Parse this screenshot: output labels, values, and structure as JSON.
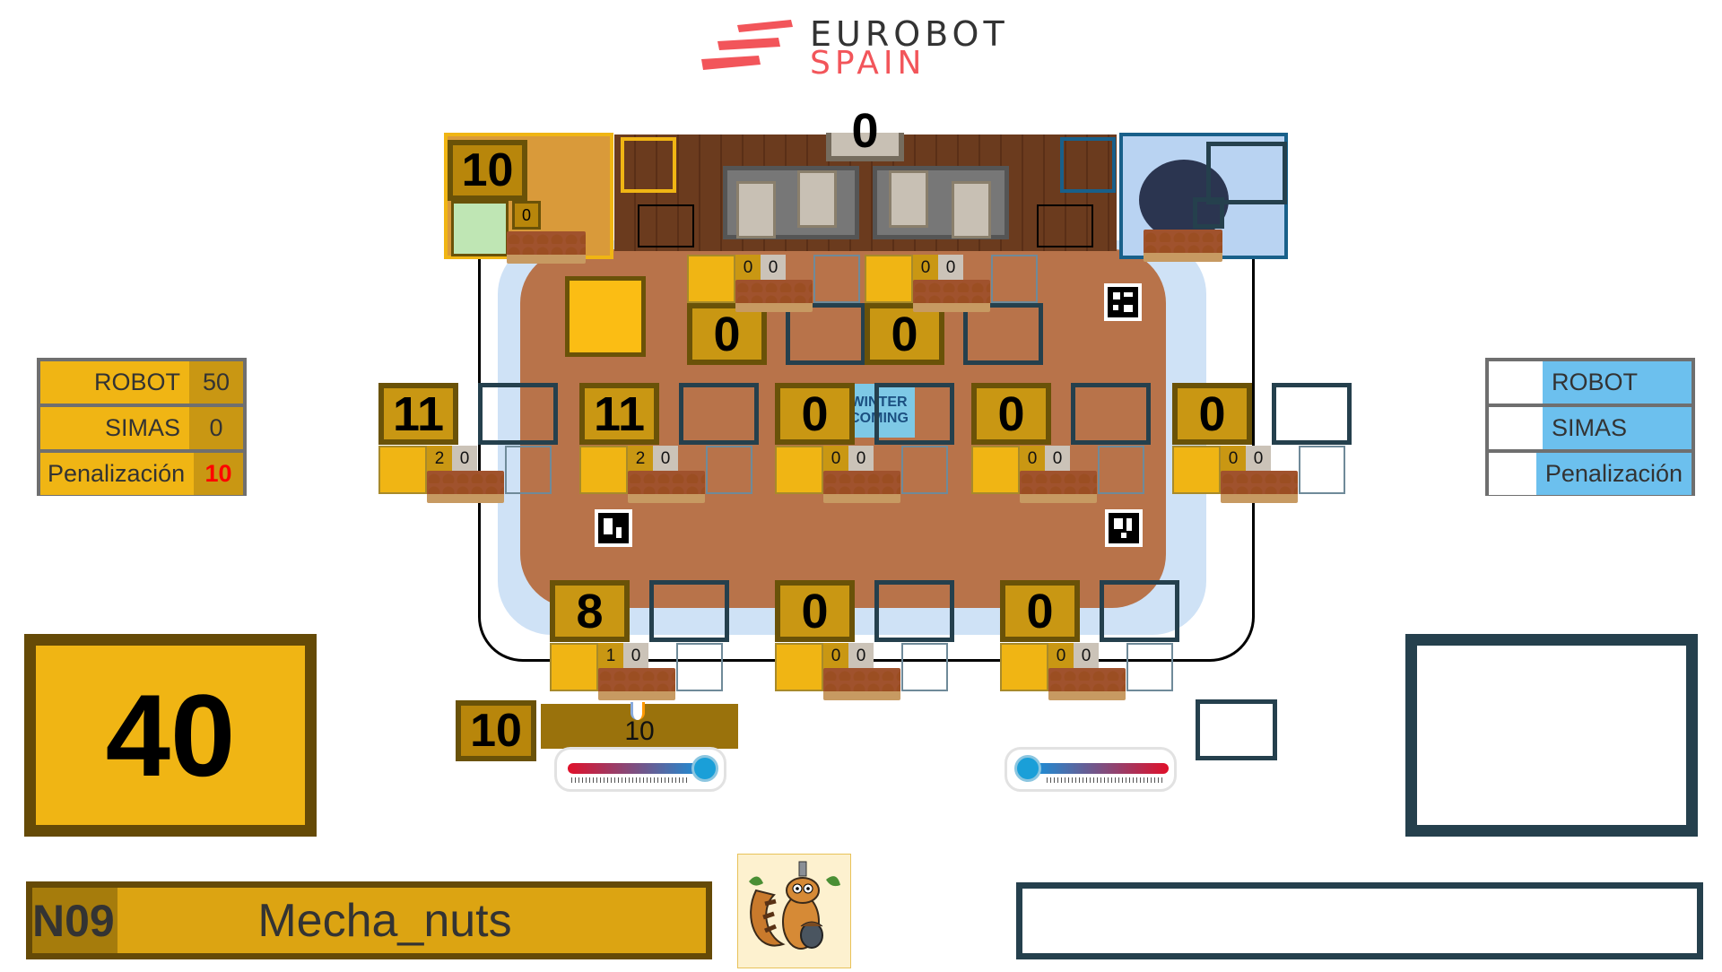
{
  "header": {
    "logo_line1": "EUROBOT",
    "logo_line2": "SPAIN",
    "logo_color_dark": "#333333",
    "logo_color_red": "#f2555a"
  },
  "colors": {
    "yellow_team": "#f0b514",
    "yellow_dark": "#c99713",
    "yellow_border": "#654a07",
    "blue_team": "#6cc0ee",
    "blue_border": "#25404d",
    "penalty": "#ff0000"
  },
  "yellow_panel": {
    "rows": [
      {
        "label": "ROBOT",
        "value": "50"
      },
      {
        "label": "SIMAS",
        "value": "0"
      },
      {
        "label": "Penalización",
        "value": "10"
      }
    ],
    "total": "40",
    "team_code": "N09",
    "team_name": "Mecha_nuts",
    "mascot_icon": "squirrel-mascot-icon"
  },
  "blue_panel": {
    "rows": [
      {
        "label": "ROBOT",
        "value": ""
      },
      {
        "label": "SIMAS",
        "value": ""
      },
      {
        "label": "Penalización",
        "value": ""
      }
    ],
    "total": "",
    "team_name": ""
  },
  "field": {
    "center_top_score": "0",
    "nest_yellow_score": "10",
    "nest_yellow_count": "0",
    "top_zones": [
      {
        "score": "0",
        "a": "0",
        "b": "0"
      },
      {
        "score": "0",
        "a": "0",
        "b": "0"
      }
    ],
    "middle_zones": [
      {
        "score": "11",
        "a": "2",
        "b": "0"
      },
      {
        "score": "11",
        "a": "2",
        "b": "0"
      },
      {
        "score": "0",
        "a": "0",
        "b": "0"
      },
      {
        "score": "0",
        "a": "0",
        "b": "0"
      },
      {
        "score": "0",
        "a": "0",
        "b": "0"
      }
    ],
    "bottom_zones": [
      {
        "score": "8",
        "a": "1",
        "b": "0"
      },
      {
        "score": "0",
        "a": "0",
        "b": "0"
      },
      {
        "score": "0",
        "a": "0",
        "b": "0"
      }
    ],
    "center_logo_line1": "WINTER",
    "center_logo_line2": "COMING"
  },
  "thermometer": {
    "yellow_bonus": "10",
    "temperature_value": "10",
    "yellow_gauge_fraction": 0.95,
    "blue_gauge_fraction": 0.0,
    "blue_bonus": ""
  }
}
